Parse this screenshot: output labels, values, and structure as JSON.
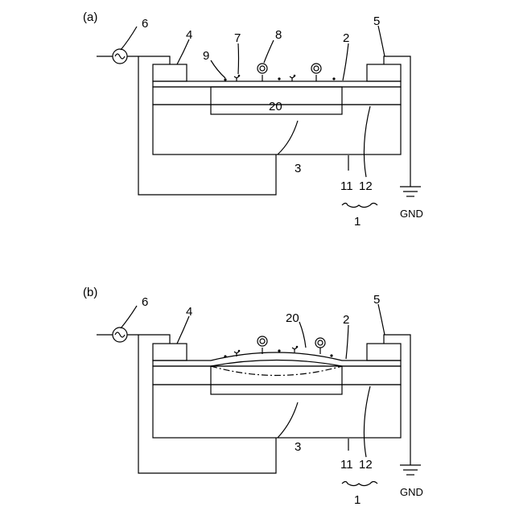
{
  "panels": [
    {
      "id": "a",
      "panel_label": "(a)",
      "labels": {
        "source": "6",
        "electrode_left": "4",
        "particle_small": "7",
        "particle_large": "8",
        "binding_site": "9",
        "membrane": "2",
        "electrode_right": "5",
        "cavity": "20",
        "substrate": "3",
        "layer_lower": "11",
        "layer_upper": "12",
        "layer_group": "1",
        "ground": "GND"
      }
    },
    {
      "id": "b",
      "panel_label": "(b)",
      "labels": {
        "source": "6",
        "electrode_left": "4",
        "cavity": "20",
        "membrane": "2",
        "electrode_right": "5",
        "substrate": "3",
        "layer_lower": "11",
        "layer_upper": "12",
        "layer_group": "1",
        "ground": "GND"
      }
    }
  ]
}
